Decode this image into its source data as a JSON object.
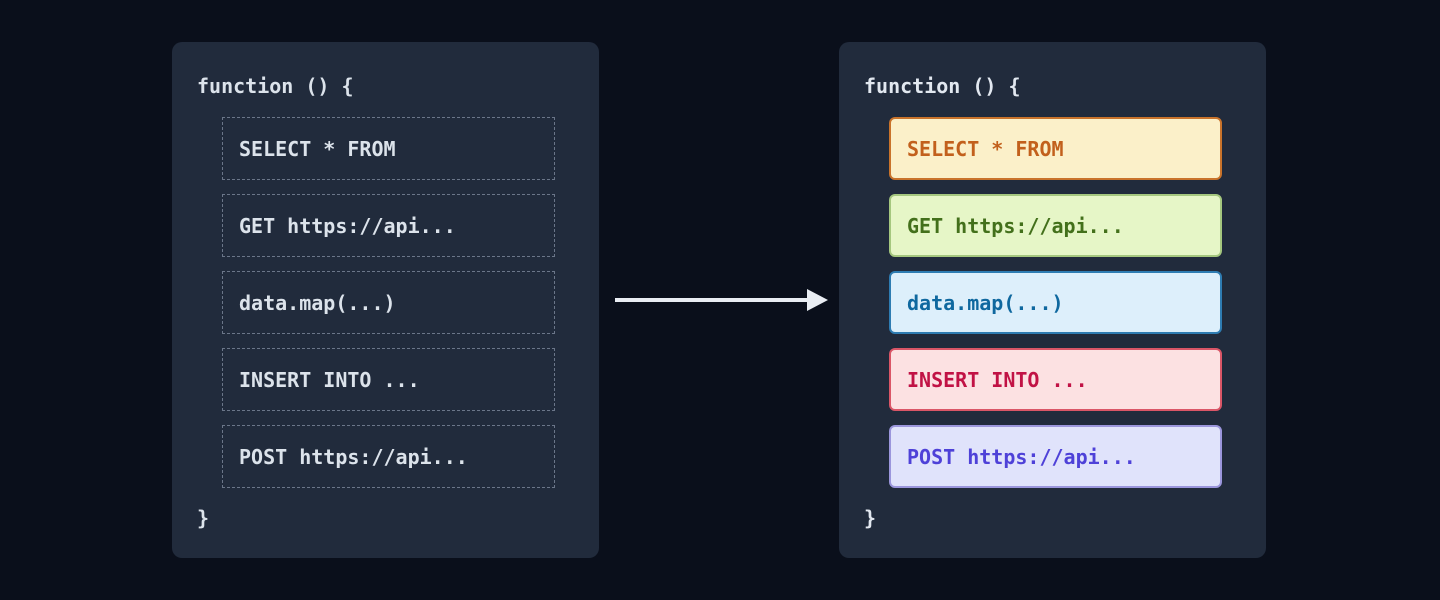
{
  "page": {
    "background": "#0a0f1b"
  },
  "arrow": {
    "color": "#e9edf3",
    "direction": "right"
  },
  "panels": {
    "before": {
      "background": "#212b3c",
      "text_color": "#dce3eb",
      "slot_border": "#6b7689",
      "header": "function () {",
      "footer": "}",
      "items": [
        {
          "text": "SELECT * FROM"
        },
        {
          "text": "GET https://api..."
        },
        {
          "text": "data.map(...)"
        },
        {
          "text": "INSERT INTO ..."
        },
        {
          "text": "POST https://api..."
        }
      ]
    },
    "after": {
      "background": "#212b3c",
      "text_color": "#e2e8f0",
      "header": "function () {",
      "footer": "}",
      "items": [
        {
          "text": "SELECT * FROM",
          "background": "#fbf0c9",
          "border": "#c9732b",
          "color": "#c2601c"
        },
        {
          "text": "GET https://api...",
          "background": "#e6f6c7",
          "border": "#a5c77f",
          "color": "#43701b"
        },
        {
          "text": "data.map(...)",
          "background": "#ddeffb",
          "border": "#2e7cb2",
          "color": "#0f689f"
        },
        {
          "text": "INSERT INTO ...",
          "background": "#fce1e2",
          "border": "#da5667",
          "color": "#c11245"
        },
        {
          "text": "POST https://api...",
          "background": "#e0e3fb",
          "border": "#9b96dc",
          "color": "#4e41d8"
        }
      ]
    }
  }
}
